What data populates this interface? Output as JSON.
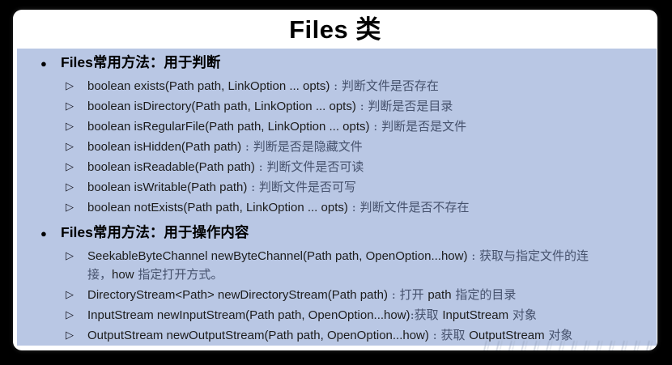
{
  "title": "Files 类",
  "colors": {
    "background": "#000000",
    "card": "#ffffff",
    "panel": "#b9c7e4",
    "heading_text": "#000000",
    "code_text": "#1c1c1c",
    "desc_text": "#46526d"
  },
  "bullets": {
    "section": "●",
    "item": "▷"
  },
  "sections": [
    {
      "heading": "Files常用方法：用于判断",
      "items": [
        {
          "segments": [
            {
              "k": "code",
              "t": "boolean exists(Path path, LinkOption ... opts)"
            },
            {
              "k": "desc",
              "t": " : 判断文件是否存在"
            }
          ]
        },
        {
          "segments": [
            {
              "k": "code",
              "t": "boolean isDirectory(Path path, LinkOption ... opts)"
            },
            {
              "k": "desc",
              "t": " : 判断是否是目录"
            }
          ]
        },
        {
          "segments": [
            {
              "k": "code",
              "t": "boolean isRegularFile(Path path, LinkOption ... opts)"
            },
            {
              "k": "desc",
              "t": " : 判断是否是文件"
            }
          ]
        },
        {
          "segments": [
            {
              "k": "code",
              "t": "boolean isHidden(Path path)"
            },
            {
              "k": "desc",
              "t": " : 判断是否是隐藏文件"
            }
          ]
        },
        {
          "segments": [
            {
              "k": "code",
              "t": "boolean isReadable(Path path)"
            },
            {
              "k": "desc",
              "t": " : 判断文件是否可读"
            }
          ]
        },
        {
          "segments": [
            {
              "k": "code",
              "t": "boolean isWritable(Path path)"
            },
            {
              "k": "desc",
              "t": " : 判断文件是否可写"
            }
          ]
        },
        {
          "segments": [
            {
              "k": "code",
              "t": "boolean notExists(Path path, LinkOption ... opts)"
            },
            {
              "k": "desc",
              "t": " : 判断文件是否不存在"
            }
          ]
        }
      ]
    },
    {
      "heading": "Files常用方法：用于操作内容",
      "items": [
        {
          "segments": [
            {
              "k": "code",
              "t": "SeekableByteChannel newByteChannel(Path path, OpenOption...how)"
            },
            {
              "k": "desc",
              "t": " : 获取与指定文件的连"
            },
            {
              "k": "br"
            },
            {
              "k": "desc",
              "t": "接，"
            },
            {
              "k": "code",
              "t": "how"
            },
            {
              "k": "desc",
              "t": " 指定打开方式。"
            }
          ]
        },
        {
          "segments": [
            {
              "k": "code",
              "t": "DirectoryStream<Path>  newDirectoryStream(Path path)"
            },
            {
              "k": "desc",
              "t": " : 打开 "
            },
            {
              "k": "code",
              "t": "path"
            },
            {
              "k": "desc",
              "t": " 指定的目录"
            }
          ]
        },
        {
          "segments": [
            {
              "k": "code",
              "t": "InputStream newInputStream(Path path, OpenOption...how)"
            },
            {
              "k": "desc",
              "t": ":获取 "
            },
            {
              "k": "code",
              "t": "InputStream"
            },
            {
              "k": "desc",
              "t": " 对象"
            }
          ]
        },
        {
          "segments": [
            {
              "k": "code",
              "t": "OutputStream newOutputStream(Path path, OpenOption...how)"
            },
            {
              "k": "desc",
              "t": " : 获取 "
            },
            {
              "k": "code",
              "t": "OutputStream"
            },
            {
              "k": "desc",
              "t": " 对象"
            }
          ]
        }
      ]
    }
  ]
}
